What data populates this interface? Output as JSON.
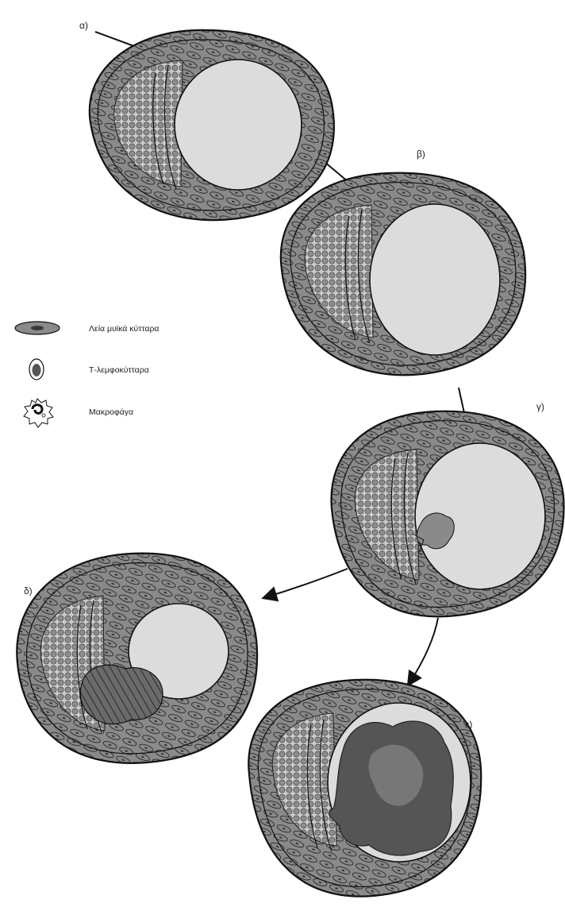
{
  "colors": {
    "wall": "#8a8a8a",
    "cells": "#6e6e6e",
    "lumen": "#dcdcdc",
    "plaque_light": "#bcbcbc",
    "plaque_fat": "#8f8f8f",
    "thrombus": "#555555",
    "thrombus_dark": "#3a3a3a",
    "outline": "#1a1a1a",
    "background": "#ffffff"
  },
  "stages": [
    {
      "id": "a",
      "label": "α)",
      "plaque": "none"
    },
    {
      "id": "b",
      "label": "β)",
      "plaque": "none"
    },
    {
      "id": "c",
      "label": "γ)",
      "plaque": "small-thrombus"
    },
    {
      "id": "d",
      "label": "δ)",
      "plaque": "fibrous-plaque"
    },
    {
      "id": "e",
      "label": "ε)",
      "plaque": "occlusive-thrombus"
    }
  ],
  "legend": [
    {
      "icon": "smooth-muscle-cell-icon",
      "label": "Λεία μυϊκά κύτταρα"
    },
    {
      "icon": "t-lymphocyte-icon",
      "label": "Τ-λεμφοκύτταρα"
    },
    {
      "icon": "macrophage-icon",
      "label": "Μακροφάγα"
    }
  ]
}
